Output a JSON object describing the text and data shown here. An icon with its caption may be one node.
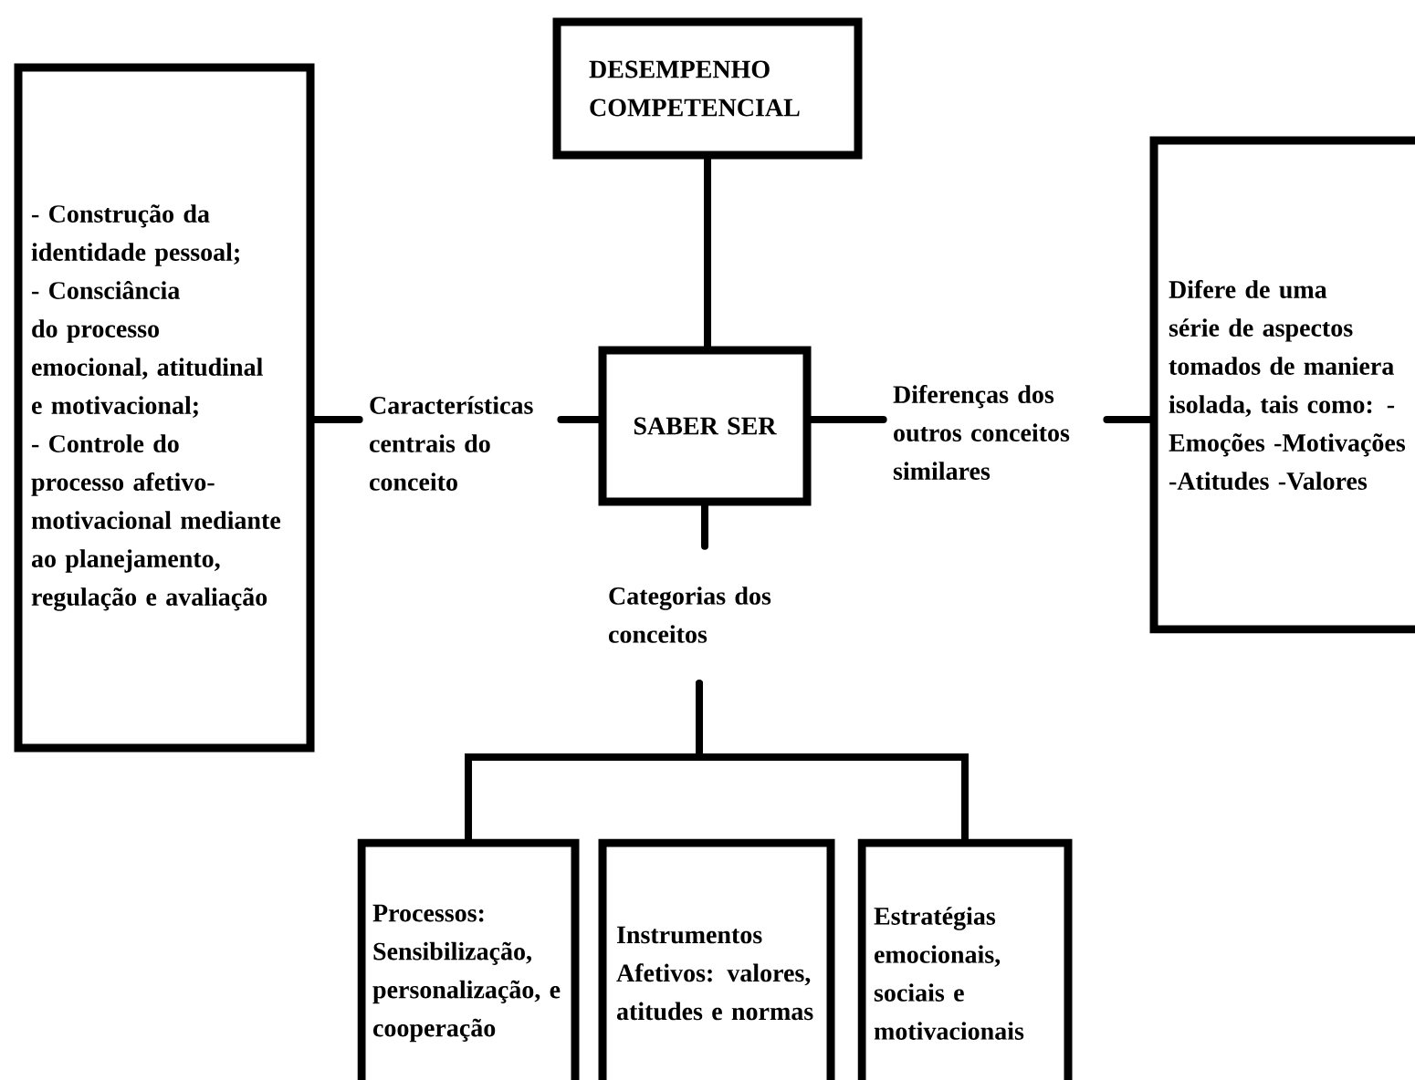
{
  "diagram": {
    "nodes": [
      {
        "text": [
          "DESEMPENHO COMPETENCIAL"
        ]
      },
      {
        "text": [
          "- Construção da identidade pessoal; - Consciância do processo emocional, atitudinal e motivacional; - Controle do processo afetivo-motivacional mediante ao planejamento, regulação e avaliação"
        ]
      },
      {
        "text": [
          "Características centrais do conceito"
        ]
      },
      {
        "text": [
          "SABER SER"
        ]
      },
      {
        "text": [
          "Diferenças dos outros conceitos similares"
        ]
      },
      {
        "text": [
          "Difere de uma série de aspectos tomados de maniera isolada, tais como: -Emoções -Motivações -Atitudes -Valores"
        ]
      },
      {
        "text": [
          "Categorias dos conceitos"
        ]
      },
      {
        "text": [
          "Processos: Sensibilização, personalização, e cooperação"
        ]
      },
      {
        "text": [
          "Instrumentos Afetivos: valores, atitudes e normas"
        ]
      },
      {
        "text": [
          "Estratégias emocionais, sociais e motivacionais"
        ]
      }
    ],
    "edges": [
      {
        "from": 0,
        "to": 3,
        "arrow": "none"
      },
      {
        "from": 1,
        "to": 2,
        "arrow": "none"
      },
      {
        "from": 2,
        "to": 3,
        "arrow": "none"
      },
      {
        "from": 3,
        "to": 4,
        "arrow": "none"
      },
      {
        "from": 4,
        "to": 5,
        "arrow": "none"
      },
      {
        "from": 3,
        "to": 6,
        "arrow": "none"
      },
      {
        "from": 6,
        "to": 7,
        "arrow": "none"
      },
      {
        "from": 6,
        "to": 9,
        "arrow": "none"
      }
    ]
  }
}
